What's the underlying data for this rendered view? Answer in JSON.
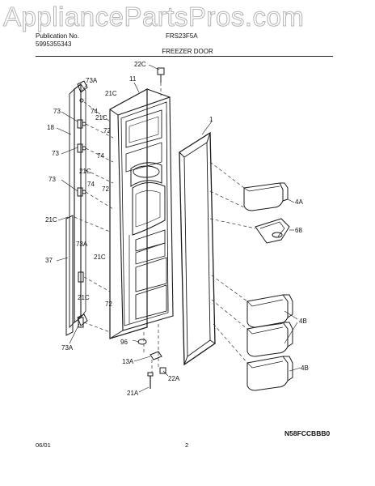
{
  "watermark": "AppliancePartsPros.com",
  "header": {
    "publication_label": "Publication No.",
    "publication_number": "5995355343",
    "model": "FRS23F5A"
  },
  "section_title": "FREEZER DOOR",
  "callouts": {
    "c22C": "22C",
    "c11": "11",
    "c73A_top": "73A",
    "c21C_1": "21C",
    "c73_1": "73",
    "c74_1": "74",
    "c21C_2": "21C",
    "c18": "18",
    "c72_1": "72",
    "c73_2": "73",
    "c74_2": "74",
    "c21C_3": "21C",
    "c73_3": "73",
    "c74_3": "74",
    "c72_2": "72",
    "c21C_4": "21C",
    "c37": "37",
    "c73A_mid": "73A",
    "c21C_5": "21C",
    "c21C_6": "21C",
    "c72_3": "72",
    "c73A_bot": "73A",
    "c1": "1",
    "c4A": "4A",
    "c68": "68",
    "c4B_1": "4B",
    "c4B_2": "4B",
    "c96": "96",
    "c13A": "13A",
    "c22A": "22A",
    "c21A": "21A"
  },
  "diagram_code": "N58FCCBBB0",
  "footer": {
    "date": "06/01",
    "page": "2"
  }
}
